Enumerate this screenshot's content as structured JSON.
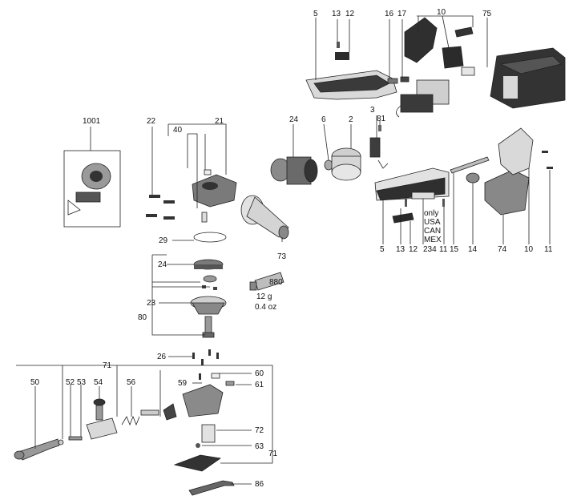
{
  "labels": {
    "l5a": "5",
    "l13a": "13",
    "l12a": "12",
    "l16": "16",
    "l17": "17",
    "l10a": "10",
    "l75": "75",
    "l3": "3",
    "l81": "81",
    "l24a": "24",
    "l6": "6",
    "l2": "2",
    "l1001": "1001",
    "l22": "22",
    "l40": "40",
    "l21": "21",
    "l29": "29",
    "l24b": "24",
    "l23": "23",
    "l80": "80",
    "l73": "73",
    "l880": "880",
    "lgram": "12 g",
    "loz": "0.4 oz",
    "l26": "26",
    "l71a": "71",
    "l60": "60",
    "l59": "59",
    "l61": "61",
    "l50": "50",
    "l52": "52",
    "l53": "53",
    "l54": "54",
    "l56": "56",
    "l72": "72",
    "l63": "63",
    "l71b": "71",
    "l86": "86",
    "l5b": "5",
    "l13b": "13",
    "l12b": "12",
    "l234": "234",
    "l11a": "11",
    "l15": "15",
    "l14": "14",
    "l74": "74",
    "l10b": "10",
    "l11b": "11",
    "only": "only",
    "usa": "USA",
    "can": "CAN",
    "mex": "MEX"
  },
  "colors": {
    "line": "#222222",
    "dark": "#2b2b2b",
    "mid": "#8a8a8a",
    "light": "#d9d9d9"
  }
}
